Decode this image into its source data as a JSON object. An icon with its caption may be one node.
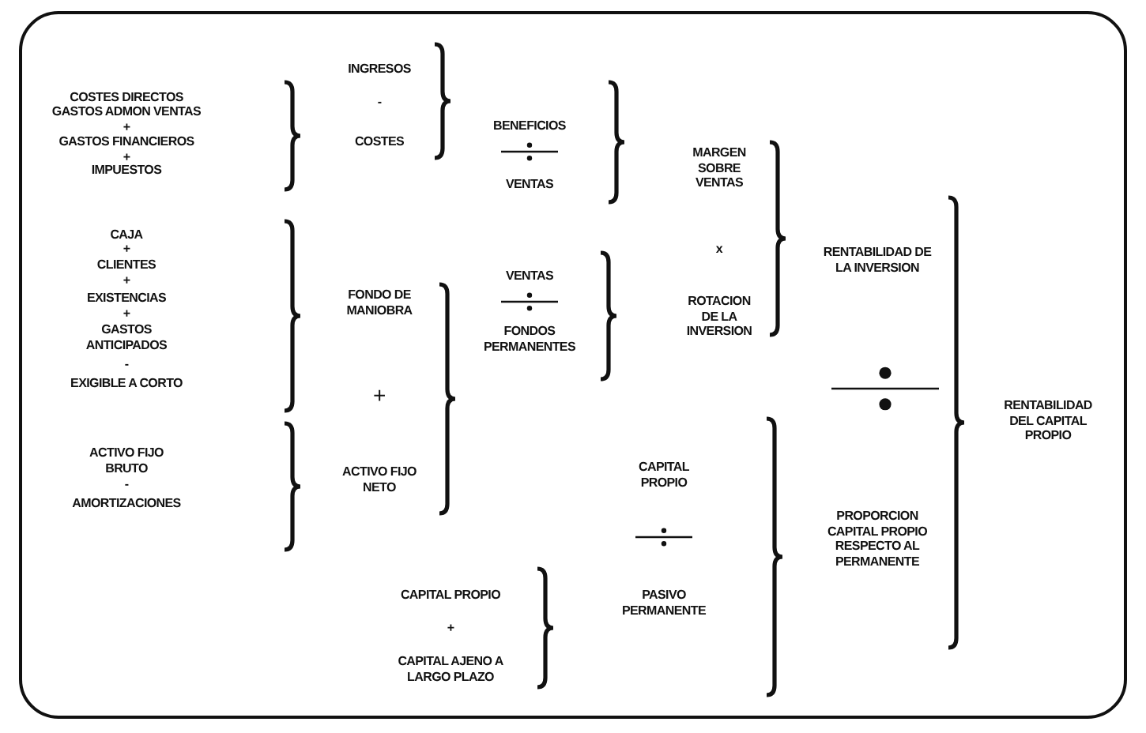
{
  "diagram": {
    "labels": [
      "COSTES DIRECTOS",
      "GASTOS ADMON VENTAS",
      "+",
      "GASTOS FINANCIEROS",
      "+",
      "IMPUESTOS",
      "INGRESOS",
      "-",
      "COSTES",
      "BENEFICIOS",
      "VENTAS",
      "MARGEN SOBRE VENTAS",
      "x",
      "ROTACION DE LA INVERSION",
      "RENTABILIDAD DE LA INVERSION",
      "CAJA",
      "+",
      "CLIENTES",
      "+",
      "EXISTENCIAS",
      "+",
      "GASTOS ANTICIPADOS",
      "-",
      "EXIGIBLE A CORTO",
      "FONDO DE MANIOBRA",
      "VENTAS",
      "FONDOS PERMANENTES",
      "+",
      "ACTIVO FIJO BRUTO",
      "-",
      "AMORTIZACIONES",
      "ACTIVO FIJO NETO",
      "RENTABILIDAD DEL CAPITAL PROPIO",
      "CAPITAL PROPIO",
      "PASIVO PERMANENTE",
      "PROPORCION CAPITAL PROPIO RESPECTO AL PERMANENTE",
      "CAPITAL PROPIO",
      "+",
      "CAPITAL AJENO A LARGO PLAZO"
    ]
  }
}
